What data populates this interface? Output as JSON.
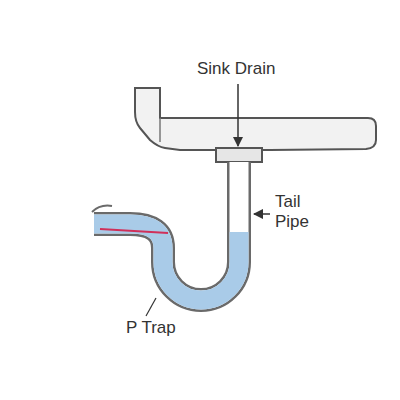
{
  "diagram": {
    "labels": [
      "Sink Drain",
      "Tail Pipe",
      "P Trap"
    ]
  }
}
